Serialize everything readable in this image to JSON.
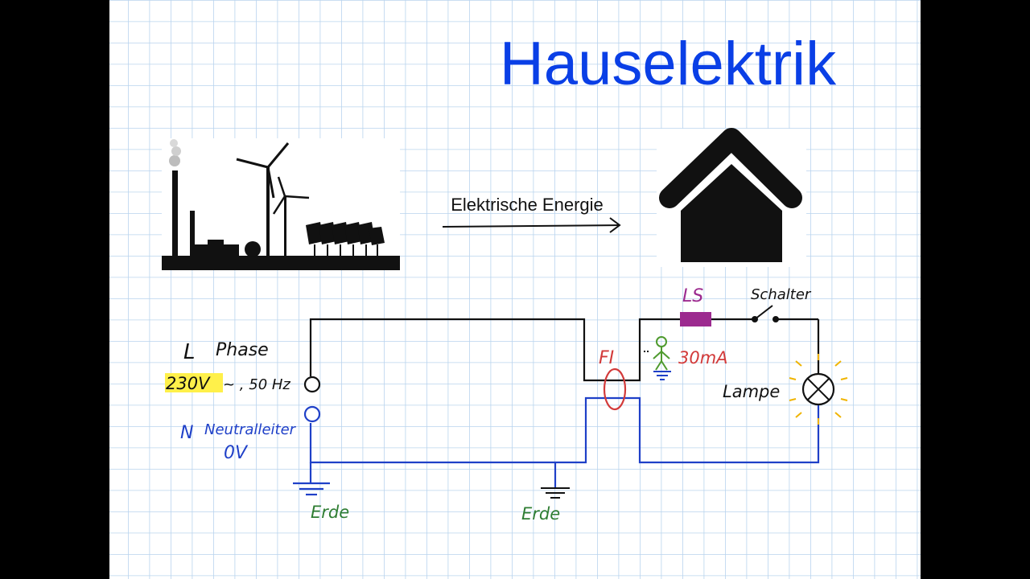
{
  "title": "Hauselektrik",
  "energy_label": "Elektrische Energie",
  "phase": {
    "letter": "L",
    "label": "Phase",
    "voltage": "230V",
    "freq": "~ , 50 Hz"
  },
  "neutral": {
    "letter": "N",
    "label": "Neutralleiter",
    "voltage": "0V"
  },
  "ground_left": "Erde",
  "ground_mid": "Erde",
  "breaker_label": "LS",
  "rcd_label": "FI",
  "rcd_current": "30mA",
  "switch_label": "Schalter",
  "lamp_label": "Lampe",
  "colors": {
    "title_blue": "#0a3fe6",
    "neutral_blue": "#1f40c8",
    "earth_green": "#2e7d32",
    "fi_red": "#d23a3a",
    "ls_purple": "#9c2a8f",
    "person_green": "#4e9a2e",
    "highlight": "#fff04a",
    "lamp_glow": "#f0b400",
    "grid": "#b9d4ee"
  },
  "icons": [
    "power-plant-icon",
    "wind-turbine-icon",
    "solar-panel-icon",
    "house-icon",
    "lamp-icon",
    "person-icon",
    "ground-icon"
  ]
}
